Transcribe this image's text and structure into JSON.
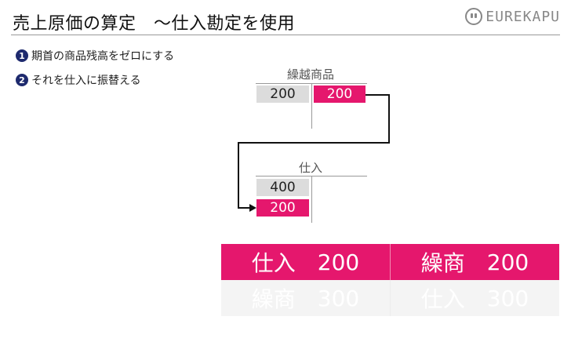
{
  "header": {
    "title": "売上原価の算定　～仕入勘定を使用",
    "logo_text": "EUREKAPU"
  },
  "steps": [
    {
      "num": "1",
      "text": "期首の商品残高をゼロにする"
    },
    {
      "num": "2",
      "text": "それを仕入に振替える"
    }
  ],
  "accounts": {
    "kurikoshi": {
      "title": "繰越商品",
      "debit": "200",
      "credit": "200"
    },
    "shiire": {
      "title": "仕入",
      "debit1": "400",
      "debit2": "200"
    }
  },
  "journal": {
    "rows": [
      {
        "debit_account": "仕入",
        "debit_amount": "200",
        "credit_account": "繰商",
        "credit_amount": "200"
      },
      {
        "debit_account": "繰商",
        "debit_amount": "300",
        "credit_account": "仕入",
        "credit_amount": "300"
      }
    ]
  },
  "colors": {
    "accent": "#e5176d",
    "step_badge": "#1e2a6e",
    "cell_gray": "#dcdcdc"
  }
}
